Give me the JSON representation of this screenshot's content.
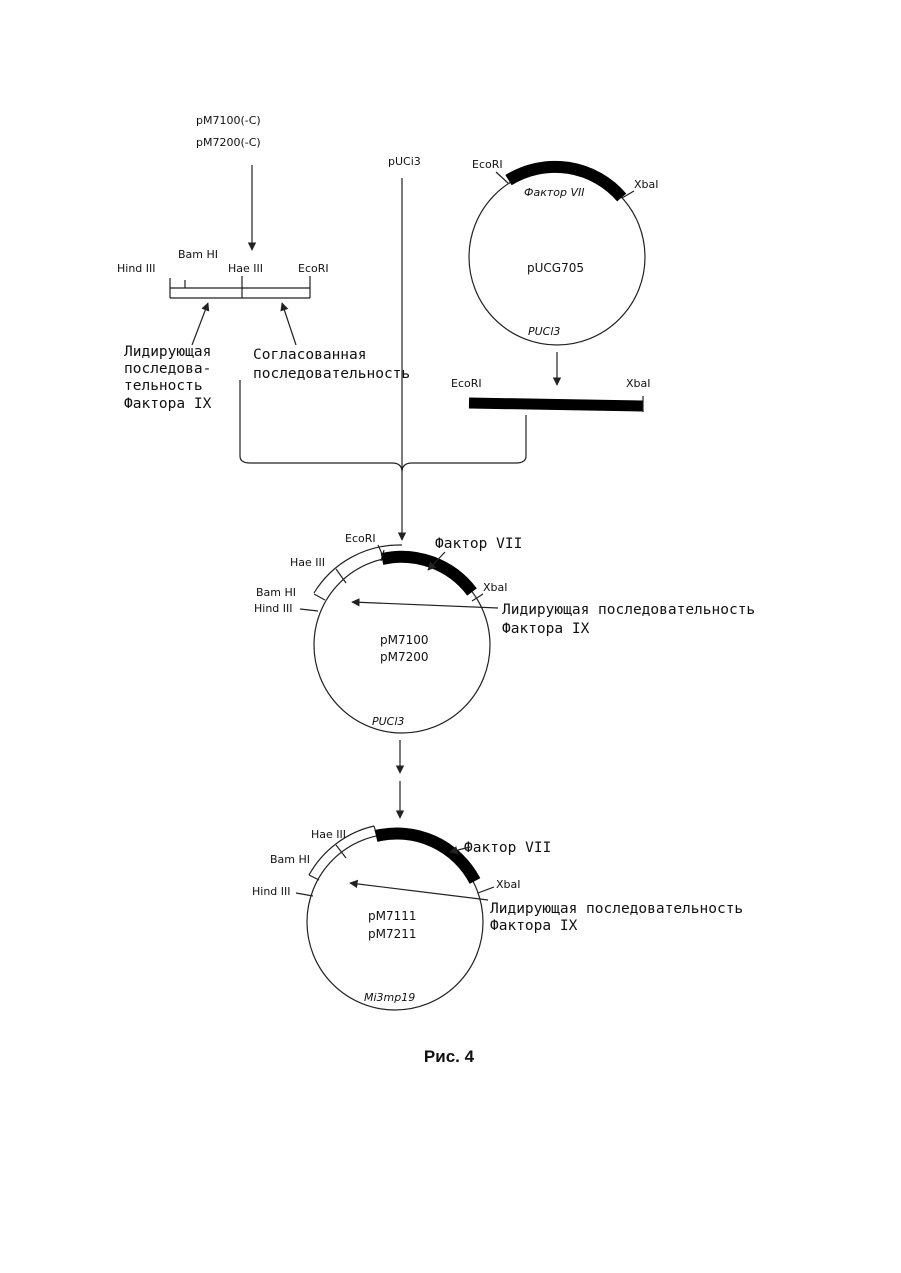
{
  "top": {
    "insert_labels": [
      "pM7100(-C)",
      "pM7200(-C)"
    ],
    "puc13_label": "pUCi3",
    "fragment_sites": [
      "Hind III",
      "Bam HI",
      "Hae III",
      "EcoRI"
    ],
    "leader_label": [
      "Лидирующая",
      "последова-",
      "тельность",
      "Фактора IX"
    ],
    "consensus_label": [
      "Согласованная",
      "последовательность"
    ]
  },
  "pucg705": {
    "name": "pUCG705",
    "ecori": "EcoRI",
    "xbai": "XbaI",
    "factor": "Фактор VII",
    "backbone": "PUCl3",
    "fragment_ecori": "EcoRI",
    "fragment_xbai": "XbaI"
  },
  "mid": {
    "names": [
      "pM7100",
      "pM7200"
    ],
    "ecori": "EcoRI",
    "hae": "Hae III",
    "bam": "Bam HI",
    "hind": "Hind III",
    "xbai": "XbaI",
    "factor": "Фактор VII",
    "leader": [
      "Лидирующая последовательность",
      "Фактора IX"
    ],
    "backbone": "PUCl3"
  },
  "bottom": {
    "names": [
      "pM7111",
      "pM7211"
    ],
    "hae": "Hae III",
    "bam": "Bam HI",
    "hind": "Hind III",
    "xbai": "XbaI",
    "factor": "Фактор VII",
    "leader": [
      "Лидирующая последовательность",
      "Фактора IX"
    ],
    "backbone": "Mi3mp19"
  },
  "caption": "Рис. 4"
}
